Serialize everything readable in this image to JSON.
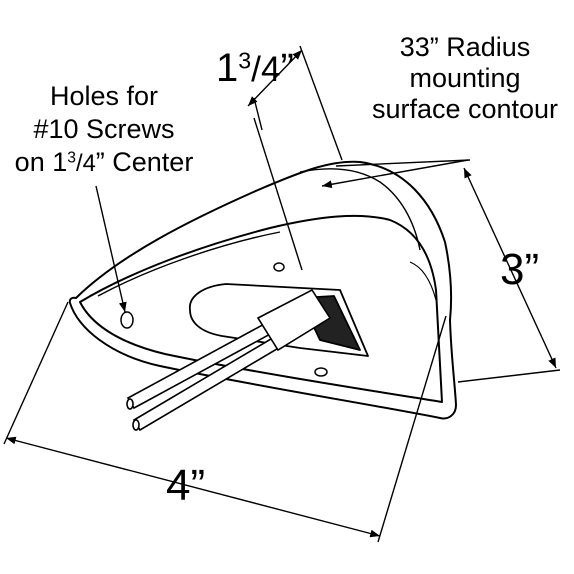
{
  "labels": {
    "holes": {
      "line1": "Holes for",
      "line2": "#10 Screws",
      "line3_prefix": "on 1",
      "line3_num": "3",
      "line3_den": "4",
      "line3_suffix": "” Center"
    },
    "radius": {
      "line1": "33” Radius",
      "line2": "mounting",
      "line3": "surface contour"
    },
    "dim_top": {
      "whole": "1",
      "num": "3",
      "den": "4",
      "mark": "”"
    },
    "dim_right": "3”",
    "dim_bottom": "4”"
  },
  "colors": {
    "stroke": "#000000",
    "fill": "#ffffff",
    "background": "#ffffff"
  }
}
